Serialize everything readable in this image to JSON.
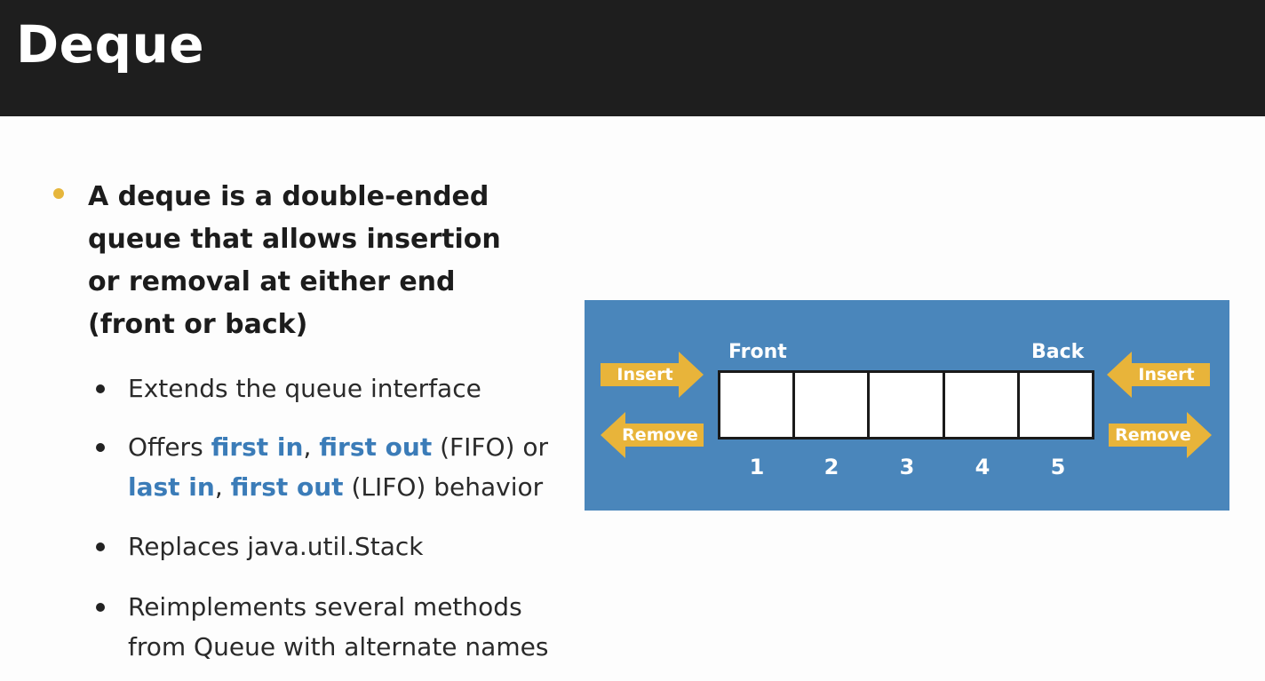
{
  "slide": {
    "title": "Deque",
    "main_bullet": [
      "A deque is a double-ended",
      "queue that allows insertion",
      "or removal at either end",
      "(front or back)"
    ],
    "sub_bullets": {
      "extends": "Extends the queue interface",
      "offers": {
        "prefix": "Offers ",
        "fifo_first_in": "first in",
        "sep1": ", ",
        "fifo_first_out": "first out",
        "fifo_suffix": " (FIFO) or",
        "lifo_last_in": "last in",
        "sep2": ", ",
        "lifo_first_out": "first out",
        "lifo_suffix": " (LIFO) behavior"
      },
      "replaces": "Replaces java.util.Stack",
      "reimplements": [
        "Reimplements several methods",
        "from Queue with alternate names"
      ]
    }
  },
  "diagram": {
    "front_label": "Front",
    "back_label": "Back",
    "left_insert": "Insert",
    "left_remove": "Remove",
    "right_insert": "Insert",
    "right_remove": "Remove",
    "indices": [
      "1",
      "2",
      "3",
      "4",
      "5"
    ],
    "colors": {
      "background": "#4a86bb",
      "arrow": "#e8b43a",
      "cell": "#ffffff",
      "bullet_accent": "#e6b63c",
      "highlight": "#3b7cb8"
    }
  }
}
